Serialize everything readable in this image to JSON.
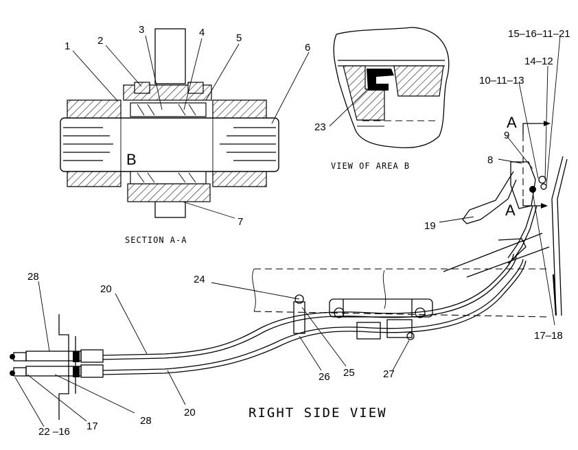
{
  "labels": {
    "c1": "1",
    "c2": "2",
    "c3": "3",
    "c4": "4",
    "c5": "5",
    "c6": "6",
    "c7": "7",
    "c8": "8",
    "c9": "9",
    "c10": "10–11–13",
    "c14": "14–12",
    "c15": "15–16–11–21",
    "c17a": "17–18",
    "c17b": "17",
    "c19": "19",
    "c20a": "20",
    "c20b": "20",
    "c22": "22 –16",
    "c23": "23",
    "c24": "24",
    "c25": "25",
    "c26": "26",
    "c27": "27",
    "c28a": "28",
    "c28b": "28"
  },
  "letters": {
    "b": "B",
    "a_top": "A",
    "a_bottom": "A"
  },
  "captions": {
    "section": "SECTION A-A",
    "area": "VIEW OF AREA B",
    "side": "RIGHT SIDE VIEW"
  }
}
